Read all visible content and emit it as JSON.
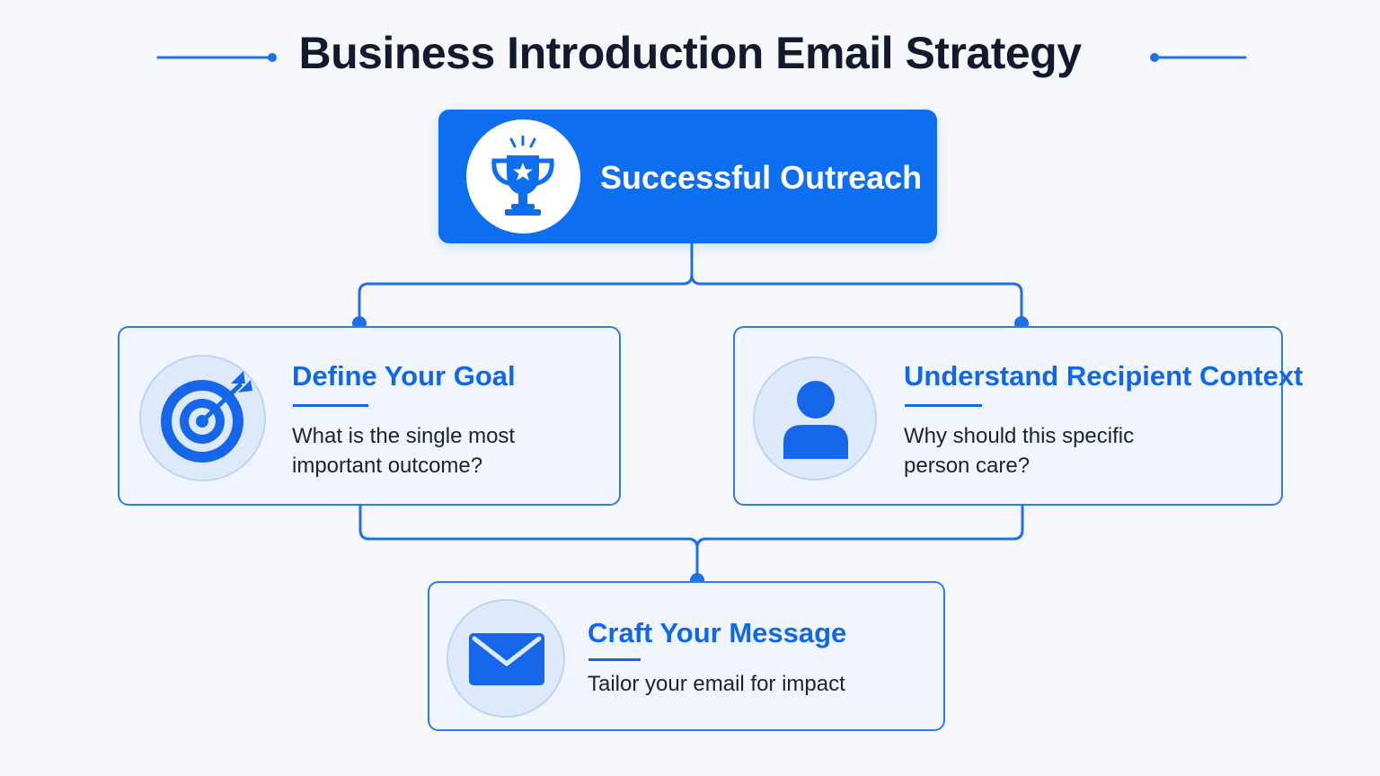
{
  "header": {
    "title": "Business Introduction Email Strategy"
  },
  "colors": {
    "accent": "#0d6ef0",
    "title_text": "#111a2e",
    "card_background": "#f1f6fe",
    "body_text": "#1c2233"
  },
  "diagram": {
    "root": {
      "label": "Successful Outreach",
      "icon": "trophy-icon"
    },
    "nodes": [
      {
        "title": "Define Your Goal",
        "description_lines": [
          "What is the single most",
          "important outcome?"
        ],
        "icon": "target-icon"
      },
      {
        "title": "Understand Recipient Context",
        "description_lines": [
          "Why should this specific",
          "person care?"
        ],
        "icon": "person-icon"
      },
      {
        "title": "Craft Your Message",
        "description_lines": [
          "Tailor your email for impact"
        ],
        "icon": "envelope-icon"
      }
    ],
    "edges": [
      {
        "from": "Successful Outreach",
        "to": "Define Your Goal"
      },
      {
        "from": "Successful Outreach",
        "to": "Understand Recipient Context"
      },
      {
        "from": "Define Your Goal",
        "to": "Craft Your Message"
      },
      {
        "from": "Understand Recipient Context",
        "to": "Craft Your Message"
      }
    ]
  }
}
